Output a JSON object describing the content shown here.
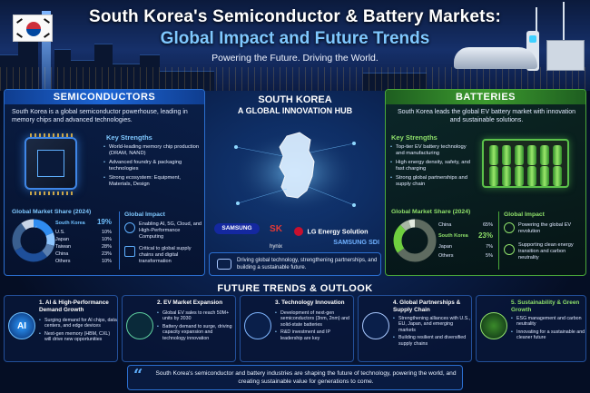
{
  "header": {
    "title_line1": "South Korea's Semiconductor & Battery Markets:",
    "title_line2": "Global Impact and Future Trends",
    "tagline": "Powering the Future. Driving the World."
  },
  "semiconductors": {
    "heading": "SEMICONDUCTORS",
    "description": "South Korea is a global semiconductor powerhouse, leading in memory chips and advanced technologies.",
    "key_strengths_title": "Key Strengths",
    "key_strengths": [
      "World-leading memory chip production (DRAM, NAND)",
      "Advanced foundry & packaging technologies",
      "Strong ecosystem: Equipment, Materials, Design"
    ],
    "market_share_title": "Global Market Share (2024)",
    "market_share": [
      {
        "label": "South Korea",
        "value": "19%",
        "share": 19,
        "color": "#2f8cf0"
      },
      {
        "label": "U.S.",
        "value": "10%",
        "share": 10,
        "color": "#8fc6ff"
      },
      {
        "label": "Japan",
        "value": "10%",
        "share": 10,
        "color": "#5a7fb0"
      },
      {
        "label": "Taiwan",
        "value": "28%",
        "share": 28,
        "color": "#1e4f9a"
      },
      {
        "label": "China",
        "value": "23%",
        "share": 23,
        "color": "#3a5f8f"
      },
      {
        "label": "Others",
        "value": "10%",
        "share": 10,
        "color": "#c9d6e8"
      }
    ],
    "global_impact_title": "Global Impact",
    "global_impact": [
      "Enabling AI, 5G, Cloud, and High-Performance Computing",
      "Critical to global supply chains and digital transformation"
    ]
  },
  "batteries": {
    "heading": "BATTERIES",
    "description": "South Korea leads the global EV battery market with innovation and sustainable solutions.",
    "key_strengths_title": "Key Strengths",
    "key_strengths": [
      "Top-tier EV battery technology and manufacturing",
      "High energy density, safety, and fast charging",
      "Strong global partnerships and supply chain"
    ],
    "market_share_title": "Global Market Share (2024)",
    "market_share": [
      {
        "label": "China",
        "value": "65%",
        "share": 65,
        "color": "#5e6b60"
      },
      {
        "label": "South Korea",
        "value": "23%",
        "share": 23,
        "color": "#6fcf3f"
      },
      {
        "label": "Japan",
        "value": "7%",
        "share": 7,
        "color": "#a8b8a4"
      },
      {
        "label": "Others",
        "value": "5%",
        "share": 5,
        "color": "#e3ebe0"
      }
    ],
    "global_impact_title": "Global Impact",
    "global_impact": [
      "Powering the global EV revolution",
      "Supporting clean energy transition and carbon neutrality"
    ]
  },
  "center": {
    "country": "SOUTH KOREA",
    "subtitle": "A GLOBAL INNOVATION HUB",
    "logos": {
      "samsung": "SAMSUNG",
      "skhynix_sk": "SK",
      "skhynix_name": "hynix",
      "lg": "LG Energy Solution",
      "samsung_sdi": "SAMSUNG SDI"
    },
    "hub_text": "Driving global technology, strengthening partnerships, and building a sustainable future."
  },
  "future_trends": {
    "heading": "FUTURE TRENDS & OUTLOOK",
    "items": [
      {
        "title": "1. AI & High-Performance Demand Growth",
        "bullets": [
          "Surging demand for AI chips, data centers, and edge devices",
          "Next-gen memory (HBM, CXL) will drive new opportunities"
        ],
        "icon_label": "AI"
      },
      {
        "title": "2. EV Market Expansion",
        "bullets": [
          "Global EV sales to reach 50M+ units by 2030",
          "Battery demand to surge, driving capacity expansion and technology innovation"
        ]
      },
      {
        "title": "3. Technology Innovation",
        "bullets": [
          "Development of next-gen semiconductors (3nm, 2nm) and solid-state batteries",
          "R&D investment and IP leadership are key"
        ]
      },
      {
        "title": "4. Global Partnerships & Supply Chain",
        "bullets": [
          "Strengthening alliances with U.S., EU, Japan, and emerging markets",
          "Building resilient and diversified supply chains"
        ]
      },
      {
        "title": "5. Sustainability & Green Growth",
        "bullets": [
          "ESG management and carbon neutrality",
          "Innovating for a sustainable and cleaner future"
        ]
      }
    ]
  },
  "quote": "South Korea's semiconductor and battery industries are shaping the future of technology, powering the world, and creating sustainable value for generations to come.",
  "colors": {
    "semiconductor_accent": "#2b6fd0",
    "battery_accent": "#4aa83a",
    "title_blue": "#7fc8ff",
    "highlight_green": "#8fe06a"
  }
}
